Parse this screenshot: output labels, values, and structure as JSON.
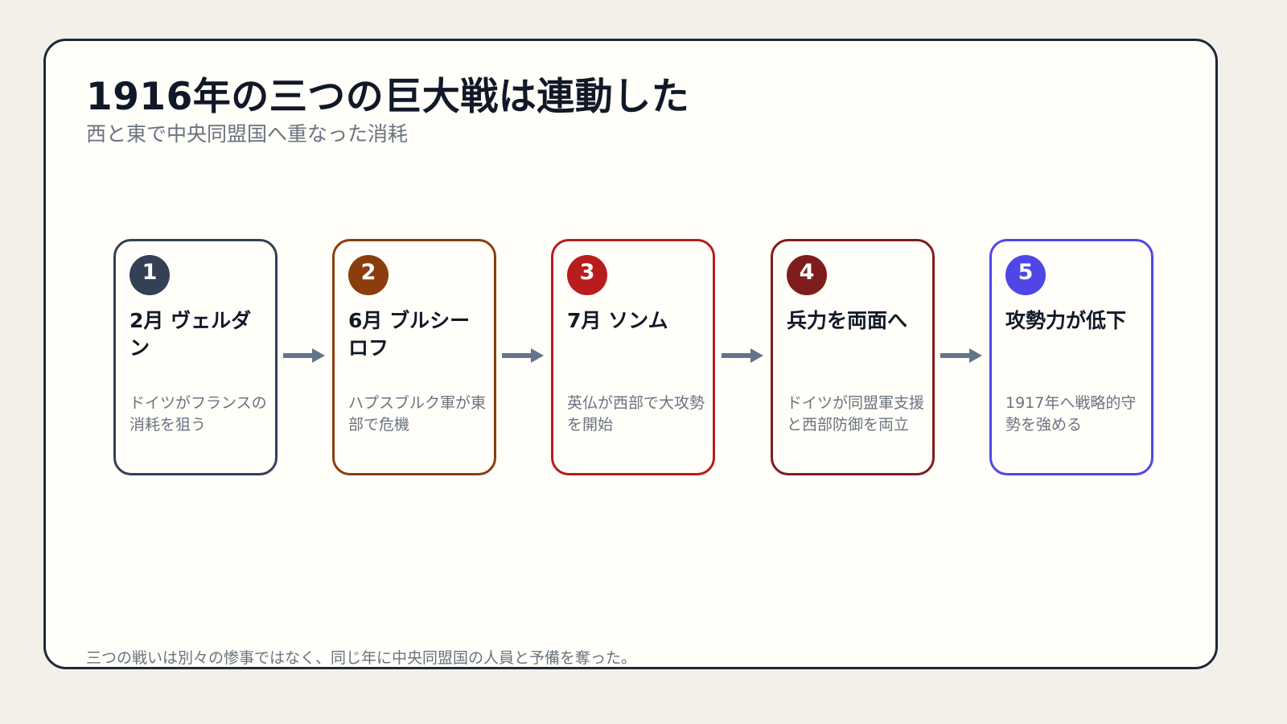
{
  "title": "1916年の三つの巨大戦は連動した",
  "subtitle": "西と東で中央同盟国へ重なった消耗",
  "steps": [
    {
      "number": "1",
      "title": "2月 ヴェルダン",
      "description": "ドイツがフランスの消耗を狙う",
      "color": "#334155"
    },
    {
      "number": "2",
      "title": "6月 ブルシーロフ",
      "description": "ハプスブルク軍が東部で危機",
      "color": "#8b3d0d"
    },
    {
      "number": "3",
      "title": "7月 ソンム",
      "description": "英仏が西部で大攻勢を開始",
      "color": "#b91c1c"
    },
    {
      "number": "4",
      "title": "兵力を両面へ",
      "description": "ドイツが同盟軍支援と西部防御を両立",
      "color": "#7f1d1d"
    },
    {
      "number": "5",
      "title": "攻勢力が低下",
      "description": "1917年へ戦略的守勢を強める",
      "color": "#4f46e5"
    }
  ],
  "arrow_color": "#64748b",
  "footer": "三つの戦いは別々の惨事ではなく、同じ年に中央同盟国の人員と予備を奪った。"
}
